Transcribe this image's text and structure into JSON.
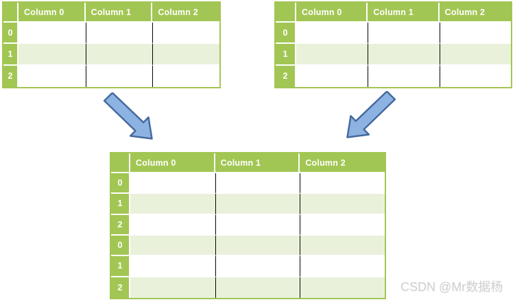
{
  "diagram": {
    "watermark": "CSDN @Mr数据杨",
    "tables": {
      "top_left": {
        "role": "source-table-1",
        "columns": [
          "Column 0",
          "Column 1",
          "Column 2"
        ],
        "row_indices": [
          "0",
          "1",
          "2"
        ]
      },
      "top_right": {
        "role": "source-table-2",
        "columns": [
          "Column 0",
          "Column 1",
          "Column 2"
        ],
        "row_indices": [
          "0",
          "1",
          "2"
        ]
      },
      "bottom": {
        "role": "concatenated-result-table",
        "columns": [
          "Column 0",
          "Column 1",
          "Column 2"
        ],
        "row_indices": [
          "0",
          "1",
          "2",
          "0",
          "1",
          "2"
        ]
      }
    },
    "arrows": [
      {
        "id": "left",
        "direction": "down-right"
      },
      {
        "id": "right",
        "direction": "down-left"
      }
    ],
    "colors": {
      "background": "#ffffff",
      "table_green": "#a2c653",
      "row_band_green": "#eaf1db",
      "row_white": "#ffffff",
      "gridline_black": "#000000",
      "header_text": "#ffffff",
      "arrow_fill": "#8db3e2",
      "arrow_stroke": "#46699e",
      "watermark_gray": "#d0d0d0"
    }
  }
}
